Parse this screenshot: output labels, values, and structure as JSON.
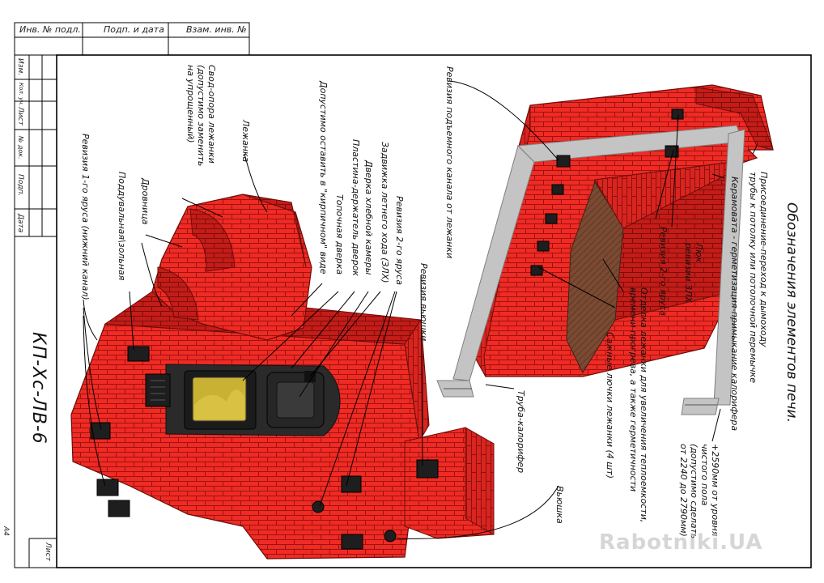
{
  "stamp": {
    "inv_no": "Инв. № подл.",
    "sign_date": "Подп. и дата",
    "vzam_inv": "Взам. инв. №",
    "side": [
      "Изм.",
      "Кол. уч.",
      "Лист",
      "№ док.",
      "Подп.",
      "Дата"
    ],
    "sheet": "Лист",
    "format": "А4"
  },
  "title": "КП-Хс-ЛВ-6",
  "heading": "Обозначения элементов печи.",
  "labels": {
    "rev1": "Ревизия 1-го яруса (нижний канал)",
    "ash_door": "Поддувальная\\зольная",
    "grate": "Дровница",
    "vault": "Свод-опора лежанки\n(допустимо заменить\nна упрощенный)",
    "bed": "Лежанка",
    "brick": "Допустимо оставить в \"кирпичном\" виде",
    "fire_door": "Топочная дверка",
    "plate": "Пластина-держатель дверок",
    "bread_door": "Дверка хлебной камеры",
    "summer_damper": "Задвижка летнего хода (ЗЛХ)",
    "rev2": "Ревизия 2-го яруса",
    "vyushka_rev": "Ревизия вьюшки",
    "lift_rev": "Ревизия подъемного канала от лежанки",
    "pipe": "Труба-калорифер",
    "vyushka": "Вьюшка",
    "soot": "Сажные лючки лежанки (4 шт)",
    "finish": "Отделка лежанки для увеличения теплоемкости,\nвремени прогрева, а также герметичности",
    "rev2b": "Ревизия 2-го яруса",
    "hatch": "Люк\nревизии ЗЛХ",
    "ceramic": "Керамовата - герметизация-примыкание калорифера",
    "adapter": "Присоединение-переход к дымоходу\nтрубы к потолку или потолочной перемычке",
    "height": "+2590мм от уровня\nчистого пола\n(допустимо сделать\nот 2240 до 2790мм)"
  },
  "colors": {
    "brick": "#f02a24",
    "brick_dark": "#b81612",
    "mortar": "#9a1410",
    "metal": "#c4c4c4",
    "iron": "#2a2a2a",
    "fire": "#c9b233",
    "soot_wall": "#7a4a32"
  },
  "watermark": "Rabotniki.UA"
}
